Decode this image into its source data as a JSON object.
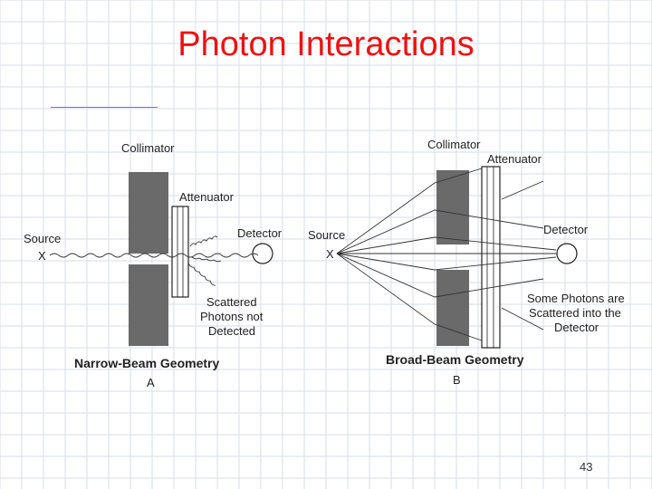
{
  "slide": {
    "title": "Photon Interactions",
    "page_number": "43"
  },
  "diagram_a": {
    "collimator": "Collimator",
    "attenuator": "Attenuator",
    "detector": "Detector",
    "source": "Source",
    "source_marker": "X",
    "scattered_line1": "Scattered",
    "scattered_line2": "Photons not",
    "scattered_line3": "Detected",
    "caption": "Narrow-Beam Geometry",
    "letter": "A"
  },
  "diagram_b": {
    "collimator": "Collimator",
    "attenuator": "Attenuator",
    "detector": "Detector",
    "source": "Source",
    "source_marker": "X",
    "scattered_line1": "Some Photons are",
    "scattered_line2": "Scattered into the",
    "scattered_line3": "Detector",
    "caption": "Broad-Beam Geometry",
    "letter": "B"
  },
  "colors": {
    "title": "#ee1111",
    "grid": "#d6dee8",
    "rule": "#5b7fc0",
    "collimator_fill": "#6a6a6a"
  }
}
